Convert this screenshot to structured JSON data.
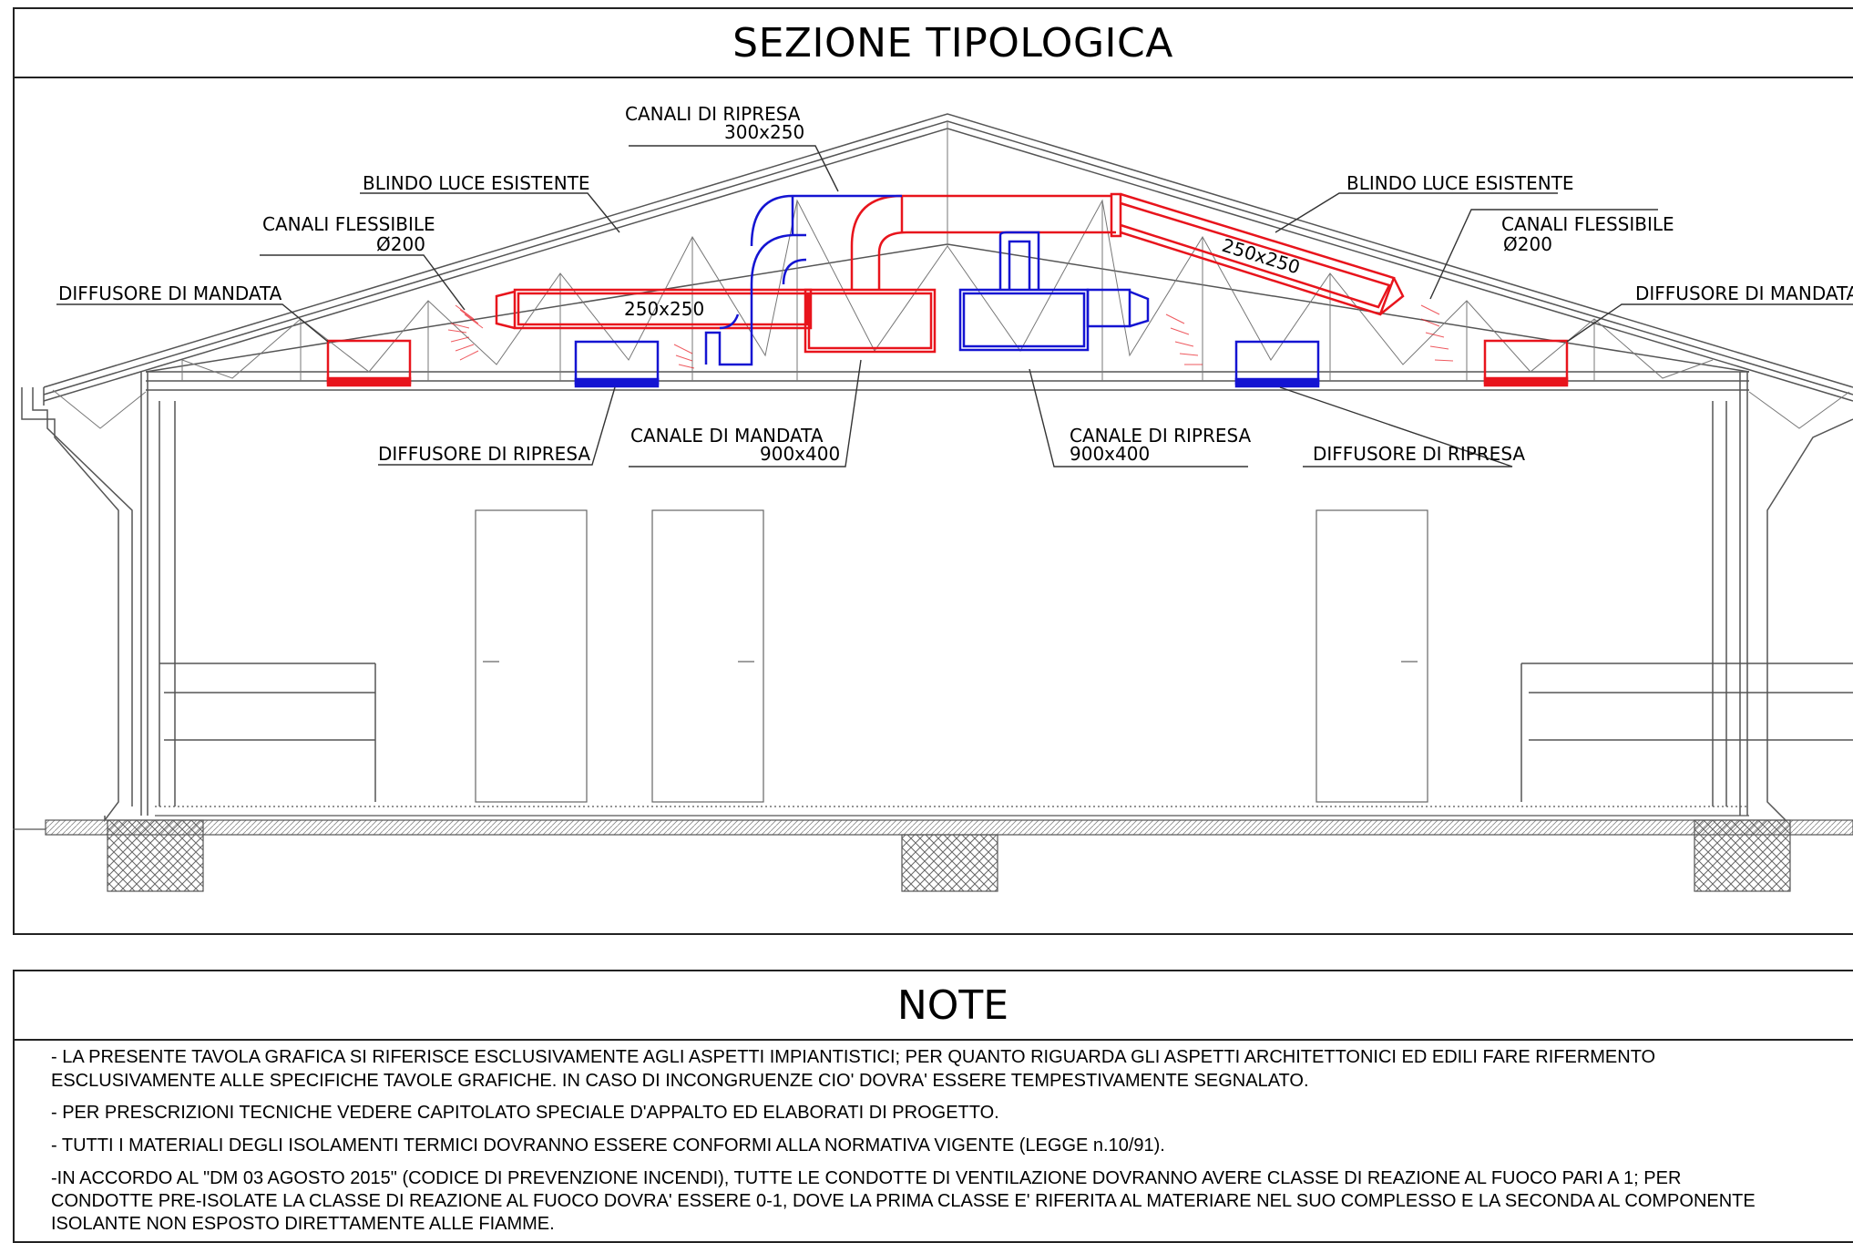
{
  "title": "SEZIONE TIPOLOGICA",
  "labels": {
    "canali_ripresa_top": "CANALI DI RIPRESA",
    "canali_ripresa_top_size": "300x250",
    "blindo_left": "BLINDO LUCE ESISTENTE",
    "blindo_right": "BLINDO LUCE ESISTENTE",
    "flessibile_left": "CANALI FLESSIBILE",
    "flessibile_left_size": "Ø200",
    "flessibile_right": "CANALI FLESSIBILE",
    "flessibile_right_size": "Ø200",
    "diffusore_mandata_left": "DIFFUSORE DI MANDATA",
    "diffusore_mandata_right": "DIFFUSORE DI MANDATA",
    "duct_left_size": "250x250",
    "duct_right_size": "250x250",
    "diffusore_ripresa_left": "DIFFUSORE DI RIPRESA",
    "diffusore_ripresa_right": "DIFFUSORE DI RIPRESA",
    "canale_mandata": "CANALE DI MANDATA",
    "canale_mandata_size": "900x400",
    "canale_ripresa": "CANALE DI RIPRESA",
    "canale_ripresa_size": "900x400"
  },
  "colors": {
    "mandata": "#e8141c",
    "ripresa": "#1414d2",
    "line": "#555555"
  },
  "note": {
    "title": "NOTE",
    "lines": [
      "- LA PRESENTE TAVOLA GRAFICA SI RIFERISCE ESCLUSIVAMENTE AGLI ASPETTI IMPIANTISTICI; PER QUANTO RIGUARDA GLI ASPETTI ARCHITETTONICI ED EDILI FARE RIFERMENTO",
      "ESCLUSIVAMENTE ALLE SPECIFICHE TAVOLE GRAFICHE. IN CASO DI INCONGRUENZE CIO' DOVRA' ESSERE TEMPESTIVAMENTE SEGNALATO.",
      "- PER PRESCRIZIONI TECNICHE VEDERE CAPITOLATO SPECIALE D'APPALTO ED ELABORATI DI PROGETTO.",
      "- TUTTI I MATERIALI DEGLI ISOLAMENTI TERMICI DOVRANNO ESSERE CONFORMI ALLA NORMATIVA VIGENTE (LEGGE n.10/91).",
      "-IN ACCORDO AL \"DM 03 AGOSTO 2015\" (CODICE DI PREVENZIONE INCENDI), TUTTE LE CONDOTTE DI VENTILAZIONE DOVRANNO AVERE CLASSE DI REAZIONE AL FUOCO PARI A 1; PER",
      "CONDOTTE PRE-ISOLATE LA CLASSE DI REAZIONE AL FUOCO DOVRA' ESSERE 0-1, DOVE LA PRIMA CLASSE E' RIFERITA AL MATERIARE NEL SUO COMPLESSO E LA SECONDA AL COMPONENTE",
      "ISOLANTE NON ESPOSTO DIRETTAMENTE ALLE FIAMME."
    ]
  }
}
